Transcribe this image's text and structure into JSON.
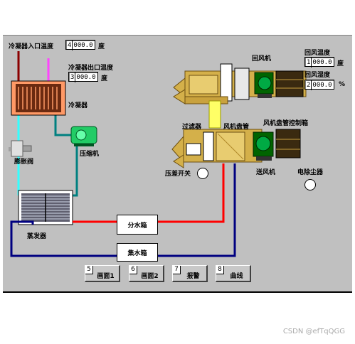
{
  "condenser": {
    "inlet_label": "冷凝器入口温度",
    "inlet_index": "4",
    "inlet_value": "000.0",
    "outlet_label": "冷凝器出口温度",
    "outlet_index": "3",
    "outlet_value": "000.0",
    "unit": "度",
    "name": "冷凝器"
  },
  "return_air": {
    "fan_label": "回风机",
    "temp_label": "回风温度",
    "temp_index": "1",
    "temp_value": "000.0",
    "temp_unit": "度",
    "humidity_label": "回风湿度",
    "humidity_index": "2",
    "humidity_value": "000.0",
    "humidity_unit": "%"
  },
  "components": {
    "expansion_valve": "膨胀阀",
    "compressor": "压缩机",
    "evaporator": "蒸发器",
    "filter": "过滤器",
    "fan_coil": "风机盘管",
    "fan_coil_control": "风机盘管控制箱",
    "supply_fan": "送风机",
    "pressure_switch": "压差开关",
    "dust_collector": "电除尘器",
    "water_divider": "分水箱",
    "water_collector": "集水箱"
  },
  "buttons": [
    {
      "num": "5",
      "label": "画面1"
    },
    {
      "num": "6",
      "label": "画面2"
    },
    {
      "num": "7",
      "label": "报警"
    },
    {
      "num": "8",
      "label": "曲线"
    }
  ],
  "watermark": "CSDN @efTqQGG",
  "colors": {
    "hot_pipe": "#8b0000",
    "magenta_pipe": "#ff44ff",
    "cyan_pipe": "#33ffff",
    "teal_pipe": "#008080",
    "red_pipe": "#ff0000",
    "blue_pipe": "#000080",
    "duct": "#d4b04a",
    "motor": "#006400",
    "air_bridge": "#ffff66"
  }
}
